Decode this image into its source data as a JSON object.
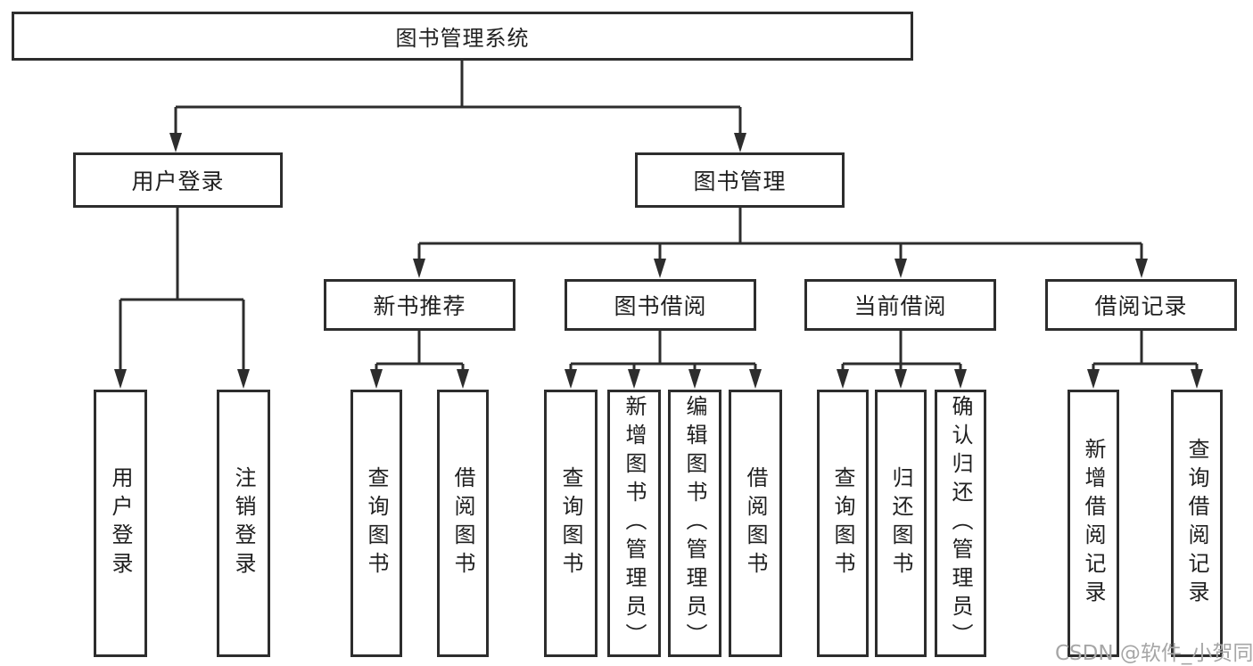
{
  "diagram": {
    "type": "hierarchy-tree",
    "watermark": "CSDN @软件_小贺同学",
    "colors": {
      "line": "#2d2d2d",
      "box_bg": "#ffffff",
      "page_bg": "#ffffff",
      "watermark": "#a6a6a6"
    },
    "nodes": {
      "root": {
        "label": "图书管理系统"
      },
      "user_login": {
        "label": "用户登录",
        "parent": "root"
      },
      "book_mgmt": {
        "label": "图书管理",
        "parent": "root"
      },
      "new_book_rec": {
        "label": "新书推荐",
        "parent": "book_mgmt"
      },
      "book_borrow": {
        "label": "图书借阅",
        "parent": "book_mgmt"
      },
      "current_borrow": {
        "label": "当前借阅",
        "parent": "book_mgmt"
      },
      "borrow_record": {
        "label": "借阅记录",
        "parent": "book_mgmt"
      },
      "leaf_user_login": {
        "label": "用户登录",
        "parent": "user_login"
      },
      "leaf_logout": {
        "label": "注销登录",
        "parent": "user_login"
      },
      "leaf_query_book_1": {
        "label": "查询图书",
        "parent": "new_book_rec"
      },
      "leaf_borrow_book_1": {
        "label": "借阅图书",
        "parent": "new_book_rec"
      },
      "leaf_query_book_2": {
        "label": "查询图书",
        "parent": "book_borrow"
      },
      "leaf_add_book": {
        "label": "新增图书（管理员）",
        "parent": "book_borrow"
      },
      "leaf_edit_book": {
        "label": "编辑图书（管理员）",
        "parent": "book_borrow"
      },
      "leaf_borrow_book_2": {
        "label": "借阅图书",
        "parent": "book_borrow"
      },
      "leaf_query_book_3": {
        "label": "查询图书",
        "parent": "current_borrow"
      },
      "leaf_return_book": {
        "label": "归还图书",
        "parent": "current_borrow"
      },
      "leaf_confirm_return": {
        "label": "确认归还（管理员）",
        "parent": "current_borrow"
      },
      "leaf_add_record": {
        "label": "新增借阅记录",
        "parent": "borrow_record"
      },
      "leaf_query_record": {
        "label": "查询借阅记录",
        "parent": "borrow_record"
      }
    }
  }
}
